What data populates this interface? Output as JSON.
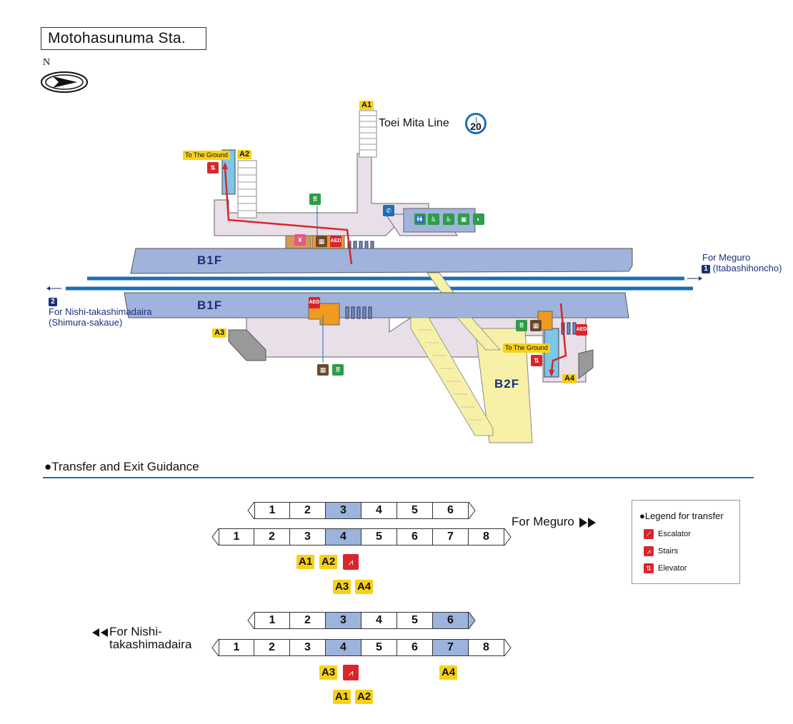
{
  "station": {
    "title": "Motohasunuma Sta.",
    "north": "N"
  },
  "line": {
    "name": "Toei Mita Line",
    "code": "I",
    "number": "20"
  },
  "floors": {
    "b1f_upper": "B1F",
    "b1f_lower": "B1F",
    "b2f": "B2F"
  },
  "exits": {
    "a1": "A1",
    "a2": "A2",
    "a3": "A3",
    "a4": "A4"
  },
  "to_ground": "To The Ground",
  "aed": "AED",
  "directions": {
    "meguro": {
      "title": "For Meguro",
      "badge": "1",
      "sub": "(Itabashihoncho)"
    },
    "nishi": {
      "badge": "2",
      "title": "For Nishi-takashimadaira",
      "sub": "(Shimura-sakaue)"
    }
  },
  "guidance": {
    "title": "●Transfer and Exit Guidance",
    "for_meguro": "For Meguro",
    "for_nishi_1": "For Nishi-",
    "for_nishi_2": "takashimadaira",
    "block1": {
      "row6": [
        "1",
        "2",
        "3",
        "4",
        "5",
        "6"
      ],
      "row8": [
        "1",
        "2",
        "3",
        "4",
        "5",
        "6",
        "7",
        "8"
      ],
      "tags_a": [
        "A1",
        "A2"
      ],
      "tags_b": [
        "A3",
        "A4"
      ]
    },
    "block2": {
      "row6": [
        "1",
        "2",
        "3",
        "4",
        "5",
        "6"
      ],
      "row8": [
        "1",
        "2",
        "3",
        "4",
        "5",
        "6",
        "7",
        "8"
      ],
      "tags_a": [
        "A3"
      ],
      "tags_b": [
        "A1",
        "A2"
      ],
      "tags_c": [
        "A4"
      ]
    }
  },
  "legend": {
    "title": "●Legend for transfer",
    "escalator": "Escalator",
    "stairs": "Stairs",
    "elevator": "Elevator"
  },
  "colors": {
    "platform": "#9fb3dc",
    "track": "#1a6fb5",
    "concourse": "#e8dfe8",
    "b2f": "#f7f1a8",
    "exit_tag": "#f7d117",
    "route": "#d8262c"
  }
}
